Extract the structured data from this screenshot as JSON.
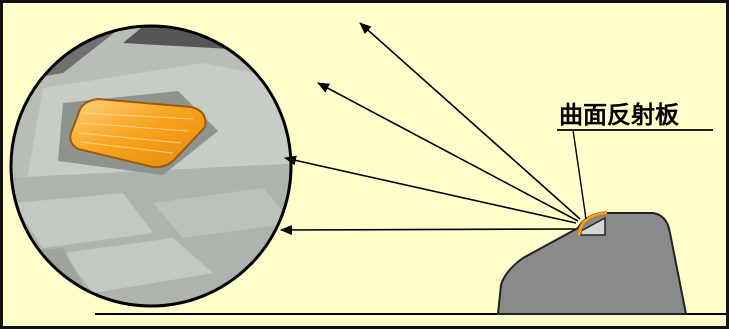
{
  "diagram": {
    "label": "曲面反射板",
    "colors": {
      "background": "#ffffcc",
      "border": "#111111",
      "arrow": "#000000",
      "reflector": "#f5a623",
      "reflector_outline": "#c8751a",
      "stud_body": "#8a8a8a",
      "ground_line": "#000000",
      "photo_road": "#b9bdb8"
    },
    "rays": [
      {
        "name": "ray-top"
      },
      {
        "name": "ray-upper"
      },
      {
        "name": "ray-middle"
      },
      {
        "name": "ray-bottom"
      }
    ]
  }
}
